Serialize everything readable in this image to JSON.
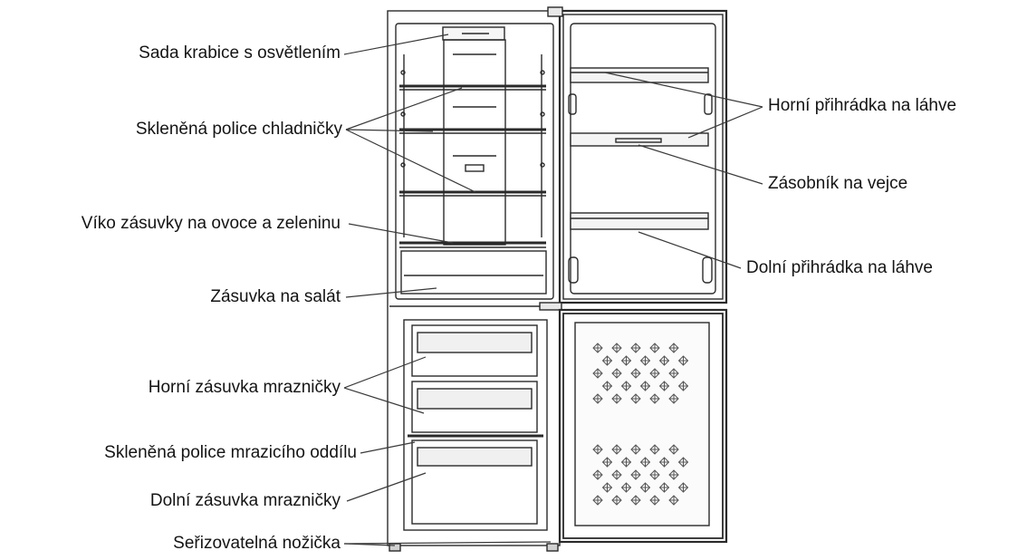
{
  "labels_left": [
    {
      "id": "light-box",
      "text": "Sada krabice s osvětlením"
    },
    {
      "id": "fridge-glass-shelf",
      "text": "Skleněná police chladničky"
    },
    {
      "id": "crisper-lid",
      "text": "Víko zásuvky na ovoce a zeleninu"
    },
    {
      "id": "salad-drawer",
      "text": "Zásuvka na salát"
    },
    {
      "id": "freezer-upper-drawer",
      "text": "Horní zásuvka mrazničky"
    },
    {
      "id": "freezer-glass-shelf",
      "text": "Skleněná police mrazicího oddílu"
    },
    {
      "id": "freezer-lower-drawer",
      "text": "Dolní zásuvka mrazničky"
    },
    {
      "id": "adjustable-foot",
      "text": "Seřizovatelná nožička"
    }
  ],
  "labels_right": [
    {
      "id": "upper-bottle-rack",
      "text": "Horní přihrádka na láhve"
    },
    {
      "id": "egg-tray",
      "text": "Zásobník na vejce"
    },
    {
      "id": "lower-bottle-rack",
      "text": "Dolní přihrádka na láhve"
    }
  ],
  "colors": {
    "line": "#2a2a2a",
    "leader": "#3a3a3a",
    "shade": "#bdbdbd",
    "text": "#141414"
  }
}
